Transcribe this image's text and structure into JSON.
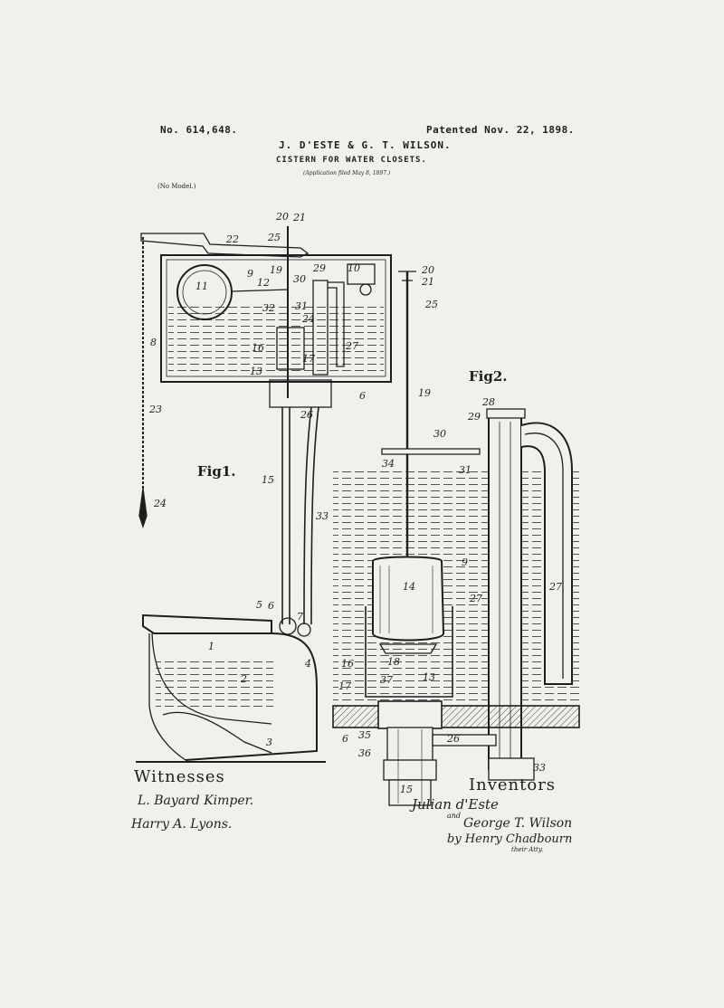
{
  "header": {
    "patent_number": "No. 614,648.",
    "patent_date": "Patented Nov. 22, 1898.",
    "inventors": "J. D'ESTE & G. T. WILSON.",
    "title": "CISTERN FOR WATER CLOSETS.",
    "application": "(Application filed May 8, 1897.)",
    "model": "(No Model.)"
  },
  "figures": {
    "fig1_label": "Fig1.",
    "fig2_label": "Fig2.",
    "fig1_refs": [
      "20",
      "21",
      "22",
      "25",
      "19",
      "29",
      "10",
      "9",
      "12",
      "30",
      "11",
      "32",
      "31",
      "24",
      "8",
      "16",
      "27",
      "13",
      "17",
      "6",
      "23",
      "26",
      "15",
      "33",
      "24",
      "5",
      "6",
      "7",
      "1",
      "2",
      "4",
      "3"
    ],
    "fig2_refs": [
      "20",
      "21",
      "25",
      "19",
      "28",
      "29",
      "30",
      "34",
      "31",
      "9",
      "14",
      "27",
      "27",
      "18",
      "16",
      "37",
      "13",
      "17",
      "6",
      "35",
      "26",
      "36",
      "15",
      "33"
    ]
  },
  "signatures": {
    "witnesses_label": "Witnesses",
    "inventors_label": "Inventors",
    "witness_1": "L. Bayard Kimper.",
    "witness_2": "Harry A. Lyons.",
    "inventor_1": "Julian d'Este",
    "inventor_and": "and",
    "inventor_2": "George T. Wilson",
    "inventor_3": "by Henry Chadbourn",
    "inventor_4": "their Atty."
  }
}
